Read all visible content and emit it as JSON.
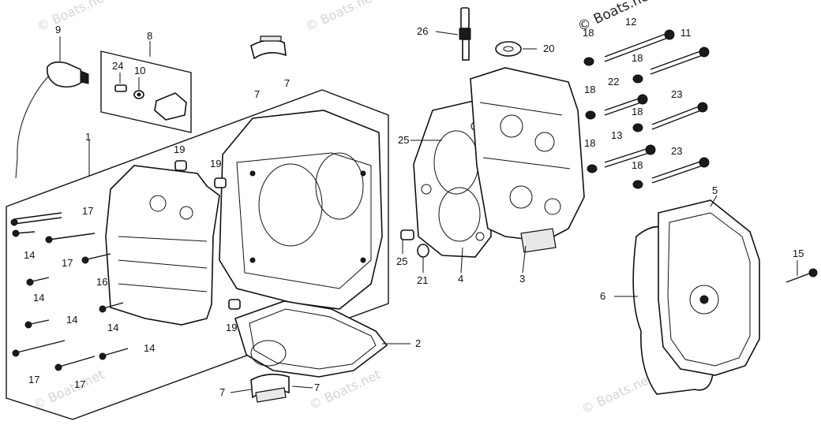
{
  "watermark": {
    "text": "© Boats.net"
  },
  "labels": {
    "p1": "1",
    "p2": "2",
    "p3": "3",
    "p4": "4",
    "p5": "5",
    "p6": "6",
    "p7": "7",
    "p8": "8",
    "p9": "9",
    "p10": "10",
    "p11": "11",
    "p12": "12",
    "p13": "13",
    "p14": "14",
    "p15": "15",
    "p16": "16",
    "p17": "17",
    "p18": "18",
    "p19": "19",
    "p20": "20",
    "p21": "21",
    "p22": "22",
    "p23": "23",
    "p24": "24",
    "p25": "25",
    "p26": "26"
  }
}
